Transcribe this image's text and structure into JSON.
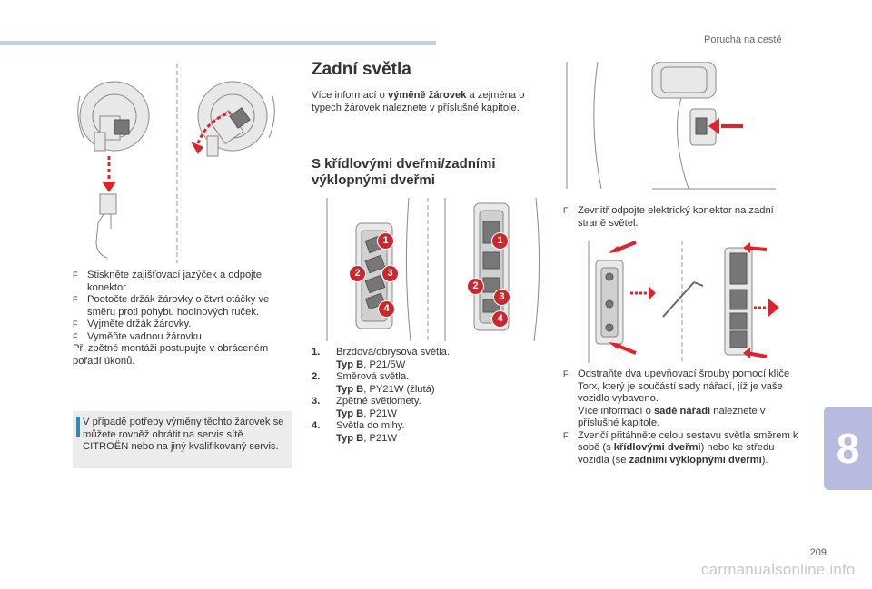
{
  "header": {
    "section_title": "Porucha na cestě"
  },
  "footer": {
    "page_number": "209",
    "watermark": "carmanualsonline.info"
  },
  "chapter": {
    "number": "8"
  },
  "left_column": {
    "instructions": [
      "Stiskněte zajišťovací jazýček a odpojte konektor.",
      "Pootočte držák žárovky o čtvrt otáčky ve směru proti pohybu hodinových ruček.",
      "Vyjměte držák žárovky.",
      "Vyměňte vadnou žárovku."
    ],
    "bullet_marker": "F",
    "reassembly_note": "Při zpětné montáži postupujte v obráceném pořadí úkonů.",
    "info_icon": "i",
    "info_text": "V případě potřeby výměny těchto žárovek se můžete rovněž obrátit na servis sítě CITROËN nebo na jiný kvalifikovaný servis."
  },
  "middle_column": {
    "title": "Zadní světla",
    "intro_before": "Více informací o ",
    "intro_bold": "výměně žárovek",
    "intro_after": " a zejména o typech žárovek naleznete v příslušné kapitole.",
    "subtitle": "S křídlovými dveřmi/zadními výklopnými dveřmi",
    "callout_labels": [
      "1",
      "2",
      "3",
      "4"
    ],
    "lamps": [
      {
        "number": "1.",
        "name": "Brzdová/obrysová světla.",
        "type_label": "Typ B",
        "type_value": ", P21/5W"
      },
      {
        "number": "2.",
        "name": "Směrová světla.",
        "type_label": "Typ B",
        "type_value": ", PY21W (žlutá)"
      },
      {
        "number": "3.",
        "name": "Zpětné světlomety.",
        "type_label": "Typ B",
        "type_value": ", P21W"
      },
      {
        "number": "4.",
        "name": "Světla do mlhy.",
        "type_label": "Typ B",
        "type_value": ", P21W"
      }
    ]
  },
  "right_column": {
    "step1": "Zevnitř odpojte elektrický konektor na zadní straně světel.",
    "step2_a": "Odstraňte dva upevňovací šrouby pomocí klíče Torx, který je součástí sady nářadí, jíž je vaše vozidlo vybaveno.",
    "step2_b_before": "Více informací o ",
    "step2_b_bold": "sadě nářadí",
    "step2_b_after": " naleznete v příslušné kapitole.",
    "step3_before": "Zvenčí přitáhněte celou sestavu světla směrem k sobě (s ",
    "step3_bold1": "křídlovými dveřmi",
    "step3_mid": ") nebo ke středu vozidla (se ",
    "step3_bold2": "zadními výklopnými dveřmi",
    "step3_after": ")."
  },
  "colors": {
    "accent": "#2f88c5",
    "arrow": "#e0232a",
    "tab": "#b7bbdf",
    "callout": "#c8282e"
  }
}
